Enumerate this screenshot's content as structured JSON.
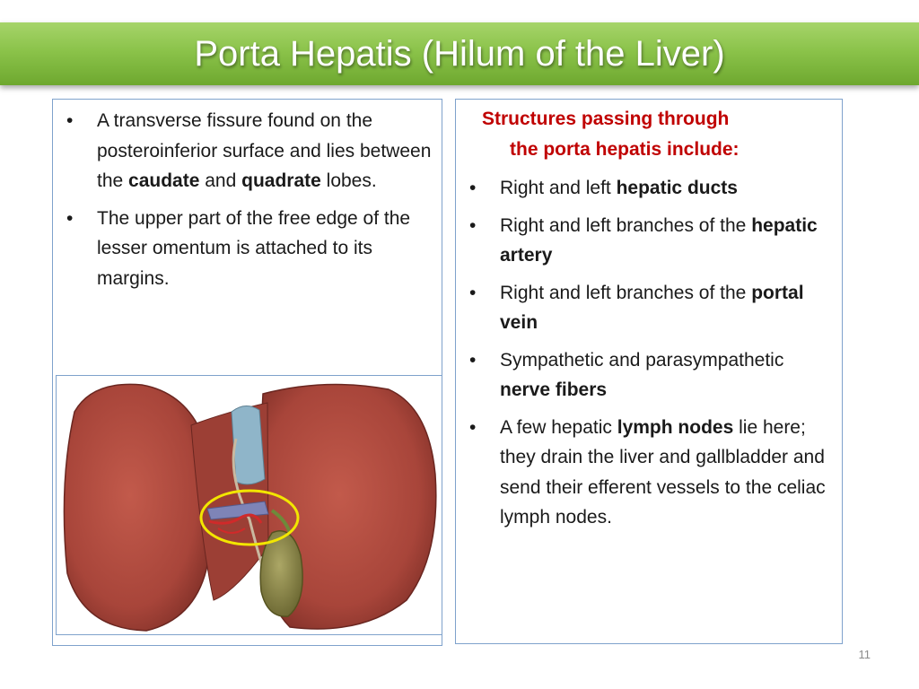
{
  "title": "Porta Hepatis (Hilum of the Liver)",
  "left": {
    "bullets": [
      {
        "parts": [
          "A transverse fissure found on the posteroinferior surface and lies between the ",
          "caudate",
          " and ",
          "quadrate",
          " lobes."
        ]
      },
      {
        "parts": [
          "The upper part of the free edge of the lesser omentum is attached to its margins."
        ]
      }
    ]
  },
  "right": {
    "heading_line1": "Structures passing through",
    "heading_line2": "the porta hepatis include:",
    "bullets": [
      {
        "plain": "Right and left ",
        "bold": "hepatic ducts",
        "tail": ""
      },
      {
        "plain": "Right and left branches of the ",
        "bold": "hepatic artery",
        "tail": ""
      },
      {
        "plain": "Right and left branches of the ",
        "bold": "portal vein",
        "tail": ""
      },
      {
        "plain": "Sympathetic and parasympathetic ",
        "bold": "nerve fibers",
        "tail": ""
      },
      {
        "plain": "A few hepatic ",
        "bold": "lymph nodes",
        "tail": " lie here; they drain the liver and gallbladder and send their efferent vessels to the celiac lymph nodes."
      }
    ]
  },
  "bullet_char": "•",
  "slide_number": "11",
  "colors": {
    "title_green": "#8bc34a",
    "heading_red": "#c00000",
    "box_border": "#7fa2cc",
    "liver": "#a8453a",
    "gallbladder": "#8f8a4a",
    "highlight_ring": "#f2e600"
  }
}
